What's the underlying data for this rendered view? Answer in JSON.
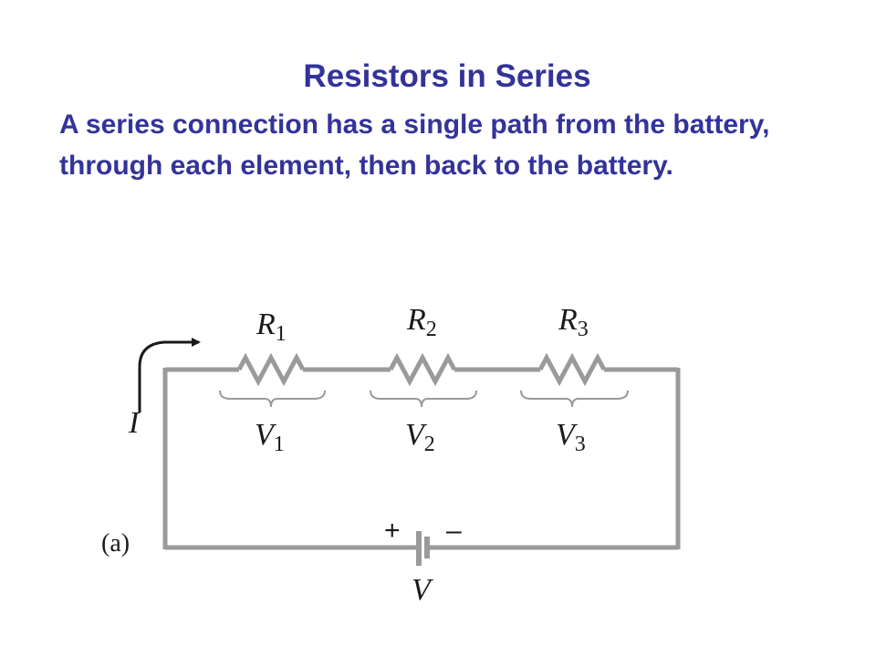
{
  "slide": {
    "title": "Resistors in Series",
    "body": "A series connection has a single path from the battery, through each element, then back to the battery."
  },
  "circuit": {
    "resistors": [
      {
        "symbol": "R",
        "subscript": "1"
      },
      {
        "symbol": "R",
        "subscript": "2"
      },
      {
        "symbol": "R",
        "subscript": "3"
      }
    ],
    "voltages": [
      {
        "symbol": "V",
        "subscript": "1"
      },
      {
        "symbol": "V",
        "subscript": "2"
      },
      {
        "symbol": "V",
        "subscript": "3"
      }
    ],
    "current_label": "I",
    "battery_label": "V",
    "plus_sign": "+",
    "minus_sign": "–",
    "panel_label": "(a)"
  },
  "colors": {
    "heading": "#333399",
    "wire": "#9a9a9a",
    "label": "#1a1a1a"
  }
}
